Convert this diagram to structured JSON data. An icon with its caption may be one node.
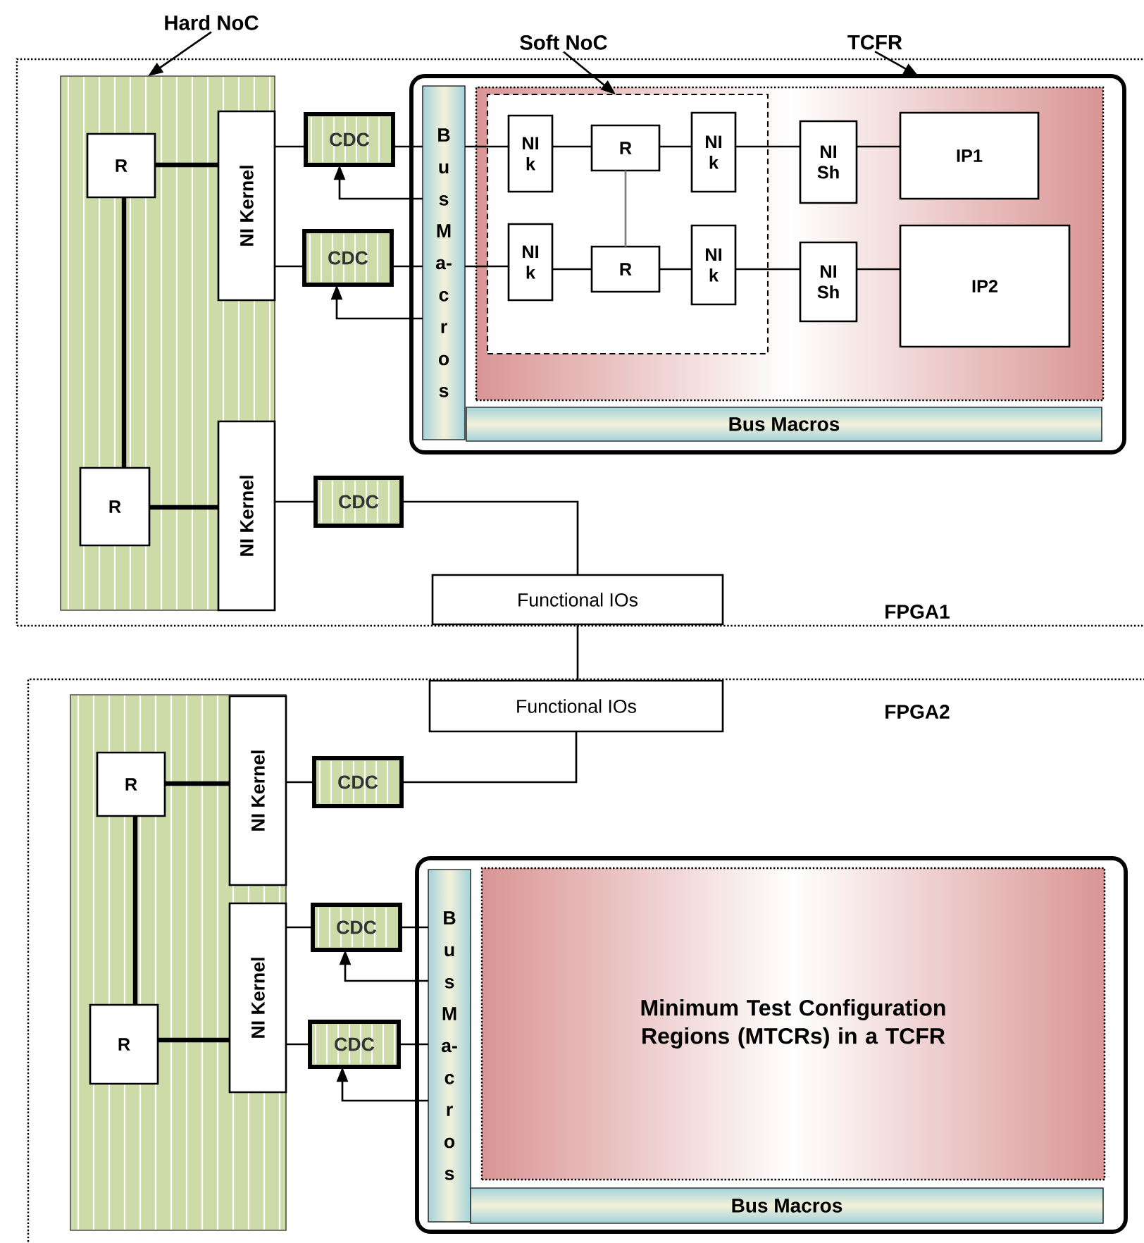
{
  "diagram": {
    "nodes": [
      {
        "text": [
          "FPGA1"
        ]
      },
      {
        "text": [
          "Hard NoC"
        ]
      },
      {
        "text": [],
        "shape": "box",
        "in": 0
      },
      {
        "text": [
          "R"
        ],
        "in": 2
      },
      {
        "text": [
          "NI Kernel"
        ],
        "in": 2
      },
      {
        "text": [
          "R"
        ],
        "in": 2
      },
      {
        "text": [
          "NI Kernel"
        ],
        "in": 2
      },
      {
        "text": [
          "CDC"
        ],
        "in": 0
      },
      {
        "text": [
          "CDC"
        ],
        "in": 0
      },
      {
        "text": [
          "CDC"
        ],
        "in": 0
      },
      {
        "text": [
          "TCFR"
        ]
      },
      {
        "text": [],
        "shape": "box",
        "in": 0
      },
      {
        "text": [
          "Bus Ma-cros"
        ],
        "in": 11
      },
      {
        "text": [
          "Bus Macros"
        ],
        "in": 11
      },
      {
        "text": [],
        "shape": "box",
        "in": 11
      },
      {
        "text": [
          "Soft NoC"
        ]
      },
      {
        "text": [],
        "shape": "box",
        "in": 14
      },
      {
        "text": [
          "NI k"
        ],
        "in": 16
      },
      {
        "text": [
          "R"
        ],
        "in": 16
      },
      {
        "text": [
          "NI k"
        ],
        "in": 16
      },
      {
        "text": [
          "NI k"
        ],
        "in": 16
      },
      {
        "text": [
          "R"
        ],
        "in": 16
      },
      {
        "text": [
          "NI k"
        ],
        "in": 16
      },
      {
        "text": [
          "NI Sh"
        ],
        "in": 14
      },
      {
        "text": [
          "IP1"
        ],
        "in": 14
      },
      {
        "text": [
          "NI Sh"
        ],
        "in": 14
      },
      {
        "text": [
          "IP2"
        ],
        "in": 14
      },
      {
        "text": [
          "Functional IOs"
        ],
        "in": 0
      },
      {
        "text": [
          "FPGA2"
        ]
      },
      {
        "text": [
          "Functional IOs"
        ],
        "in": 28
      },
      {
        "text": [],
        "shape": "box",
        "in": 28
      },
      {
        "text": [
          "R"
        ],
        "in": 30
      },
      {
        "text": [
          "R"
        ],
        "in": 30
      },
      {
        "text": [
          "NI Kernel"
        ],
        "in": 30
      },
      {
        "text": [
          "NI Kernel"
        ],
        "in": 30
      },
      {
        "text": [
          "CDC"
        ],
        "in": 28
      },
      {
        "text": [
          "CDC"
        ],
        "in": 28
      },
      {
        "text": [
          "CDC"
        ],
        "in": 28
      },
      {
        "text": [],
        "shape": "box",
        "in": 28
      },
      {
        "text": [
          "Bus Ma-cros"
        ],
        "in": 38
      },
      {
        "text": [
          "Bus Macros"
        ],
        "in": 38
      },
      {
        "text": [
          "Minimum Test Configuration Regions (MTCRs) in a TCFR"
        ],
        "in": 38
      }
    ],
    "edges": [
      {
        "from": 1,
        "to": 2,
        "arrow": "to"
      },
      {
        "from": 15,
        "to": 16,
        "arrow": "to"
      },
      {
        "from": 10,
        "to": 11,
        "arrow": "to"
      },
      {
        "from": 3,
        "to": 4,
        "arrow": "none",
        "style": "thick"
      },
      {
        "from": 3,
        "to": 5,
        "arrow": "none",
        "style": "thick"
      },
      {
        "from": 5,
        "to": 6,
        "arrow": "none",
        "style": "thick"
      },
      {
        "from": 4,
        "to": 7,
        "arrow": "none"
      },
      {
        "from": 4,
        "to": 8,
        "arrow": "none"
      },
      {
        "from": 7,
        "to": 12,
        "arrow": "none"
      },
      {
        "from": 12,
        "to": 17,
        "arrow": "none"
      },
      {
        "from": 8,
        "to": 12,
        "arrow": "none"
      },
      {
        "from": 12,
        "to": 20,
        "arrow": "none"
      },
      {
        "from": 12,
        "to": 7,
        "arrow": "to"
      },
      {
        "from": 12,
        "to": 8,
        "arrow": "to"
      },
      {
        "from": 17,
        "to": 18,
        "arrow": "none"
      },
      {
        "from": 18,
        "to": 19,
        "arrow": "none"
      },
      {
        "from": 19,
        "to": 23,
        "arrow": "none"
      },
      {
        "from": 23,
        "to": 24,
        "arrow": "none"
      },
      {
        "from": 20,
        "to": 21,
        "arrow": "none"
      },
      {
        "from": 21,
        "to": 22,
        "arrow": "none"
      },
      {
        "from": 22,
        "to": 25,
        "arrow": "none"
      },
      {
        "from": 25,
        "to": 26,
        "arrow": "none"
      },
      {
        "from": 18,
        "to": 21,
        "arrow": "none",
        "color": "#7f7f7f"
      },
      {
        "from": 6,
        "to": 9,
        "arrow": "none"
      },
      {
        "from": 9,
        "to": 27,
        "arrow": "none"
      },
      {
        "from": 27,
        "to": 29,
        "arrow": "none"
      },
      {
        "from": 29,
        "to": 35,
        "arrow": "none"
      },
      {
        "from": 33,
        "to": 35,
        "arrow": "none"
      },
      {
        "from": 31,
        "to": 33,
        "arrow": "none",
        "style": "thick"
      },
      {
        "from": 31,
        "to": 32,
        "arrow": "none",
        "style": "thick"
      },
      {
        "from": 32,
        "to": 34,
        "arrow": "none",
        "style": "thick"
      },
      {
        "from": 34,
        "to": 36,
        "arrow": "none"
      },
      {
        "from": 34,
        "to": 37,
        "arrow": "none"
      },
      {
        "from": 36,
        "to": 39,
        "arrow": "none"
      },
      {
        "from": 37,
        "to": 39,
        "arrow": "none"
      },
      {
        "from": 39,
        "to": 36,
        "arrow": "to"
      },
      {
        "from": 39,
        "to": 37,
        "arrow": "to"
      }
    ]
  }
}
